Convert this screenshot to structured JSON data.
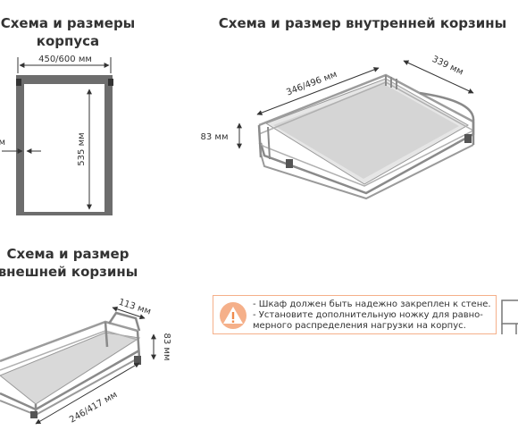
{
  "headings": {
    "cabinet": [
      "Схема и размеры",
      "корпуса"
    ],
    "inner": "Схема и размер внутренней корзины",
    "outer": [
      "Схема и размер",
      "внешней корзины"
    ]
  },
  "cabinet": {
    "width_label": "450/600 мм",
    "height_label": "535 мм",
    "side_label": "мм"
  },
  "inner_basket": {
    "length_label": "346/496 мм",
    "depth_label": "339 мм",
    "height_label": "83 мм"
  },
  "outer_basket": {
    "depth_label": "113 мм",
    "height_label": "83 мм",
    "length_label": "246/417 мм"
  },
  "warning": {
    "lines": [
      "- Шкаф должен быть надежно закреплен к стене.",
      "- Установите дополнительную ножку для равно-",
      "мерного распределения нагрузки на корпус."
    ],
    "icon_name": "warning-icon",
    "icon_color": "#f08a4b"
  }
}
